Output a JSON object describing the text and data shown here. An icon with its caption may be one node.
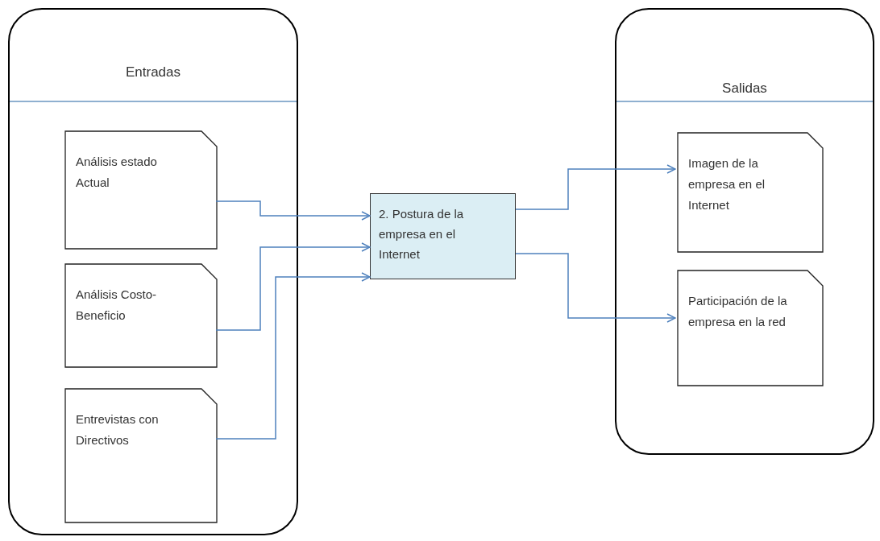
{
  "diagram": {
    "nodes": [
      {
        "text": [
          "Entradas"
        ]
      },
      {
        "text": [
          "Análisis estado Actual"
        ],
        "in": 0
      },
      {
        "text": [
          "Análisis Costo-Beneficio"
        ],
        "in": 0
      },
      {
        "text": [
          "Entrevistas con Directivos"
        ],
        "in": 0
      },
      {
        "text": [
          "2. Postura de la empresa en el Internet"
        ]
      },
      {
        "text": [
          "Salidas"
        ]
      },
      {
        "text": [
          "Imagen de la empresa en el Internet"
        ],
        "in": 5
      },
      {
        "text": [
          "Participación de la empresa en la red"
        ],
        "in": 5
      }
    ],
    "edges": [
      {
        "from": 1,
        "to": 4,
        "arrow": "to"
      },
      {
        "from": 2,
        "to": 4,
        "arrow": "to"
      },
      {
        "from": 3,
        "to": 4,
        "arrow": "to"
      },
      {
        "from": 4,
        "to": 6,
        "arrow": "to"
      },
      {
        "from": 4,
        "to": 7,
        "arrow": "to"
      }
    ]
  }
}
